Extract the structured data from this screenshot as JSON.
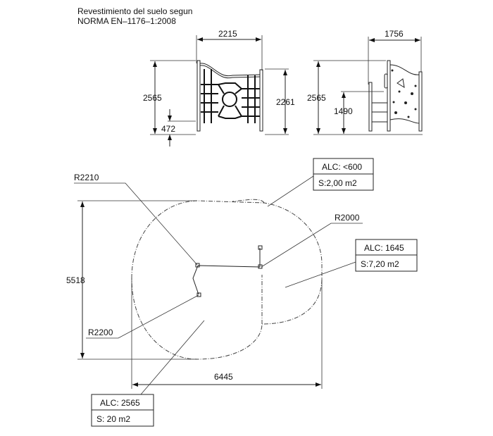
{
  "title": {
    "line1": "Revestimiento  del  suelo  segun",
    "line2": "NORMA  EN–1176–1:2008"
  },
  "front_view": {
    "width": "2215",
    "height": "2565",
    "platform": "472",
    "right_height": "2261"
  },
  "side_view": {
    "width": "1756",
    "height": "2565",
    "step_height": "1490"
  },
  "plan_view": {
    "depth": "5518",
    "length": "6445",
    "radii": {
      "r1": "R2210",
      "r2": "R2000",
      "r3": "R2200"
    },
    "zones": [
      {
        "alc": "ALC:  <600",
        "s": "S:2,00  m2"
      },
      {
        "alc": "ALC:  1645",
        "s": "S:7,20  m2"
      },
      {
        "alc": "ALC:  2565",
        "s": "S:  20  m2"
      }
    ]
  }
}
